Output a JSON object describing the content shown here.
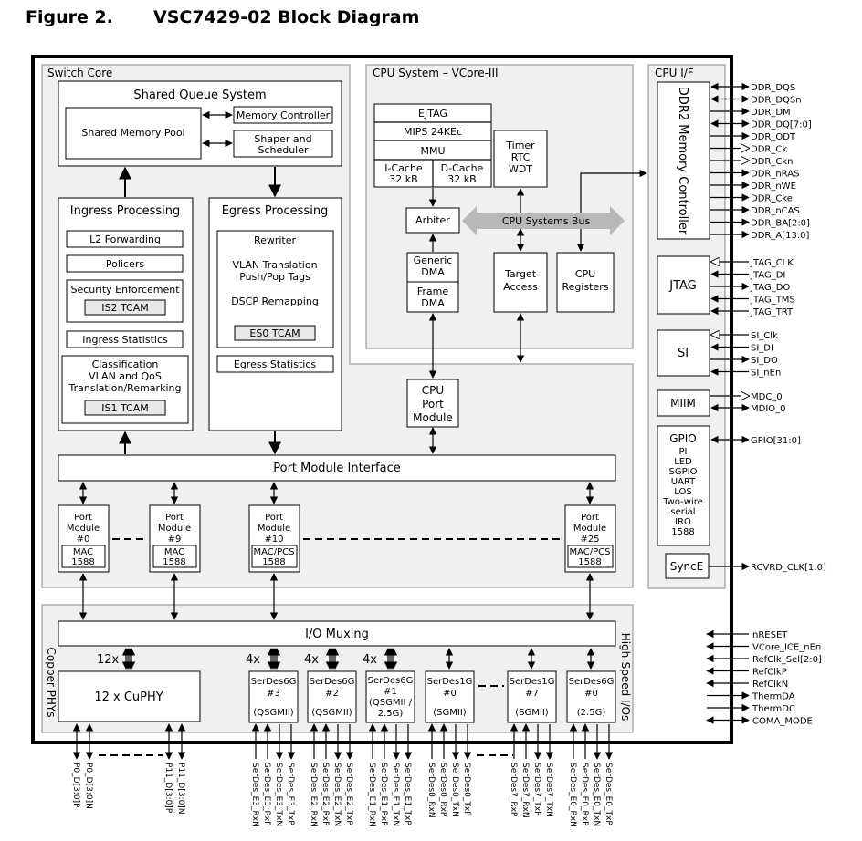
{
  "figure": {
    "label": "Figure 2.",
    "title": "VSC7429-02 Block Diagram"
  },
  "switch_core": {
    "title": "Switch Core",
    "shared_queue": {
      "title": "Shared Queue System",
      "memory_pool": "Shared Memory Pool",
      "memory_controller": "Memory Controller",
      "shaper_line1": "Shaper and",
      "shaper_line2": "Scheduler"
    },
    "ingress": {
      "title": "Ingress Processing",
      "l2": "L2 Forwarding",
      "policers": "Policers",
      "security": "Security Enforcement",
      "is2": "IS2 TCAM",
      "stats": "Ingress Statistics",
      "class_line1": "Classification",
      "class_line2": "VLAN and QoS",
      "class_line3": "Translation/Remarking",
      "is1": "IS1 TCAM"
    },
    "egress": {
      "title": "Egress Processing",
      "rewriter": "Rewriter",
      "vlan_line1": "VLAN Translation",
      "vlan_line2": "Push/Pop Tags",
      "dscp": "DSCP Remapping",
      "es0": "ES0 TCAM",
      "stats": "Egress Statistics"
    },
    "port_module_interface": "Port Module Interface",
    "port_modules": [
      {
        "line1": "Port",
        "line2": "Module",
        "line3": "#0",
        "mac1": "MAC",
        "mac2": "1588"
      },
      {
        "line1": "Port",
        "line2": "Module",
        "line3": "#9",
        "mac1": "MAC",
        "mac2": "1588"
      },
      {
        "line1": "Port",
        "line2": "Module",
        "line3": "#10",
        "mac1": "MAC/PCS",
        "mac2": "1588"
      },
      {
        "line1": "Port",
        "line2": "Module",
        "line3": "#25",
        "mac1": "MAC/PCS",
        "mac2": "1588"
      }
    ]
  },
  "cpu_system": {
    "title": "CPU System – VCore-III",
    "ejtag": "EJTAG",
    "mips": "MIPS 24KEc",
    "mmu": "MMU",
    "icache1": "I-Cache",
    "icache2": "32 kB",
    "dcache1": "D-Cache",
    "dcache2": "32 kB",
    "timer1": "Timer",
    "timer2": "RTC",
    "timer3": "WDT",
    "arbiter": "Arbiter",
    "bus": "CPU Systems Bus",
    "gdma1": "Generic",
    "gdma2": "DMA",
    "fdma1": "Frame",
    "fdma2": "DMA",
    "target1": "Target",
    "target2": "Access",
    "regs1": "CPU",
    "regs2": "Registers",
    "port_module1": "CPU",
    "port_module2": "Port",
    "port_module3": "Module"
  },
  "cpu_if": {
    "title": "CPU I/F",
    "ddr_controller": "DDR2 Memory Controller",
    "ddr_signals": [
      "DDR_DQS",
      "DDR_DQSn",
      "DDR_DM",
      "DDR_DQ[7:0]",
      "DDR_ODT",
      "DDR_Ck",
      "DDR_Ckn",
      "DDR_nRAS",
      "DDR_nWE",
      "DDR_Cke",
      "DDR_nCAS",
      "DDR_BA[2:0]",
      "DDR_A[13:0]"
    ],
    "jtag": "JTAG",
    "jtag_signals": [
      "JTAG_CLK",
      "JTAG_DI",
      "JTAG_DO",
      "JTAG_TMS",
      "JTAG_TRT"
    ],
    "si": "SI",
    "si_signals": [
      "SI_Clk",
      "SI_DI",
      "SI_DO",
      "SI_nEn"
    ],
    "miim": "MIIM",
    "miim_signals": [
      "MDC_0",
      "MDIO_0"
    ],
    "gpio_title": "GPIO",
    "gpio_items": [
      "PI",
      "LED",
      "SGPIO",
      "UART",
      "LOS",
      "Two-wire",
      "serial",
      "IRQ",
      "1588"
    ],
    "gpio_signal": "GPIO[31:0]",
    "synce": "SyncE",
    "synce_signal": "RCVRD_CLK[1:0]"
  },
  "misc_signals": [
    "nRESET",
    "VCore_ICE_nEn",
    "RefClk_Sel[2:0]",
    "RefClkP",
    "RefClkN",
    "ThermDA",
    "ThermDC",
    "COMA_MODE"
  ],
  "io": {
    "muxing": "I/O Muxing",
    "copper_label": "Copper PHYs",
    "hs_label": "High-Speed I/Os",
    "cuphy": "12 x CuPHY",
    "mult_12x": "12x",
    "mult_4x": "4x",
    "serdes": [
      {
        "line1": "SerDes6G",
        "line2": "#3",
        "line3": "(QSGMII)"
      },
      {
        "line1": "SerDes6G",
        "line2": "#2",
        "line3": "(QSGMII)"
      },
      {
        "line1": "SerDes6G",
        "line2": "#1",
        "line3": "(QSGMII /",
        "line4": "2.5G)"
      },
      {
        "line1": "SerDes1G",
        "line2": "#0",
        "line3": "(SGMII)"
      },
      {
        "line1": "SerDes1G",
        "line2": "#7",
        "line3": "(SGMII)"
      },
      {
        "line1": "SerDes6G",
        "line2": "#0",
        "line3": "(2.5G)"
      }
    ],
    "cu_pins": [
      "P0_D[3:0]P",
      "P0_D[3:0]N",
      "P11_D[3:0]P",
      "P11_D[3:0]N"
    ],
    "serdes_pins": [
      [
        "SerDes_E3_RxN",
        "SerDes_E3_RxP",
        "SerDes_E3_TxN",
        "SerDes_E3_TxP"
      ],
      [
        "SerDes_E2_RxN",
        "SerDes_E2_RxP",
        "SerDes_E2_TxN",
        "SerDes_E2_TxP"
      ],
      [
        "SerDes_E1_RxN",
        "SerDes_E1_RxP",
        "SerDes_E1_TxN",
        "SerDes_E1_TxP"
      ],
      [
        "SerDes0_RxN",
        "SerDes0_RxP",
        "SerDes0_TxN",
        "SerDes0_TxP"
      ],
      [
        "SerDes7_RxP",
        "SerDes7_RxN",
        "SerDes7_TxP",
        "SerDes7_TxN"
      ],
      [
        "SerDes_E0_RxN",
        "SerDes_E0_RxP",
        "SerDes_E0_TxN",
        "SerDes_E0_TxP"
      ]
    ]
  },
  "colors": {
    "bus_arrow": "#b8b8b8",
    "region_fill": "#f0f0f0"
  }
}
